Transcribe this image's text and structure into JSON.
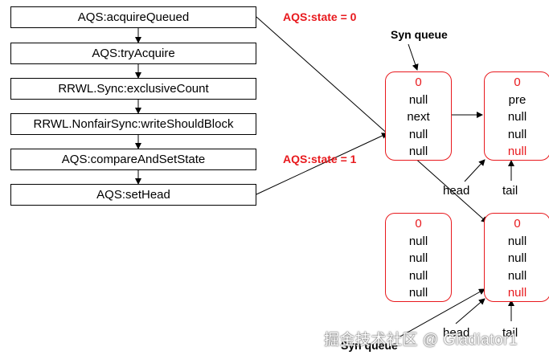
{
  "steps": [
    "AQS:acquireQueued",
    "AQS:tryAcquire",
    "RRWL.Sync:exclusiveCount",
    "RRWL.NonfairSync:writeShouldBlock",
    "AQS:compareAndSetState",
    "AQS:setHead"
  ],
  "state_labels": {
    "before": "AQS:state = 0",
    "after": "AQS:state = 1"
  },
  "queues": {
    "top": {
      "label": "Syn queue",
      "node_a": [
        "0",
        "null",
        "next",
        "null",
        "null"
      ],
      "node_b": [
        "0",
        "pre",
        "null",
        "null",
        "null"
      ],
      "head_label": "head",
      "tail_label": "tail"
    },
    "bottom": {
      "label": "Syn queue",
      "node_a": [
        "0",
        "null",
        "null",
        "null",
        "null"
      ],
      "node_b": [
        "0",
        "null",
        "null",
        "null",
        "null"
      ],
      "head_label": "head",
      "tail_label": "tail"
    }
  },
  "colors": {
    "accent": "#e8191d",
    "line": "#000000"
  },
  "watermark": "掘金技术社区 @ Gladiator1"
}
